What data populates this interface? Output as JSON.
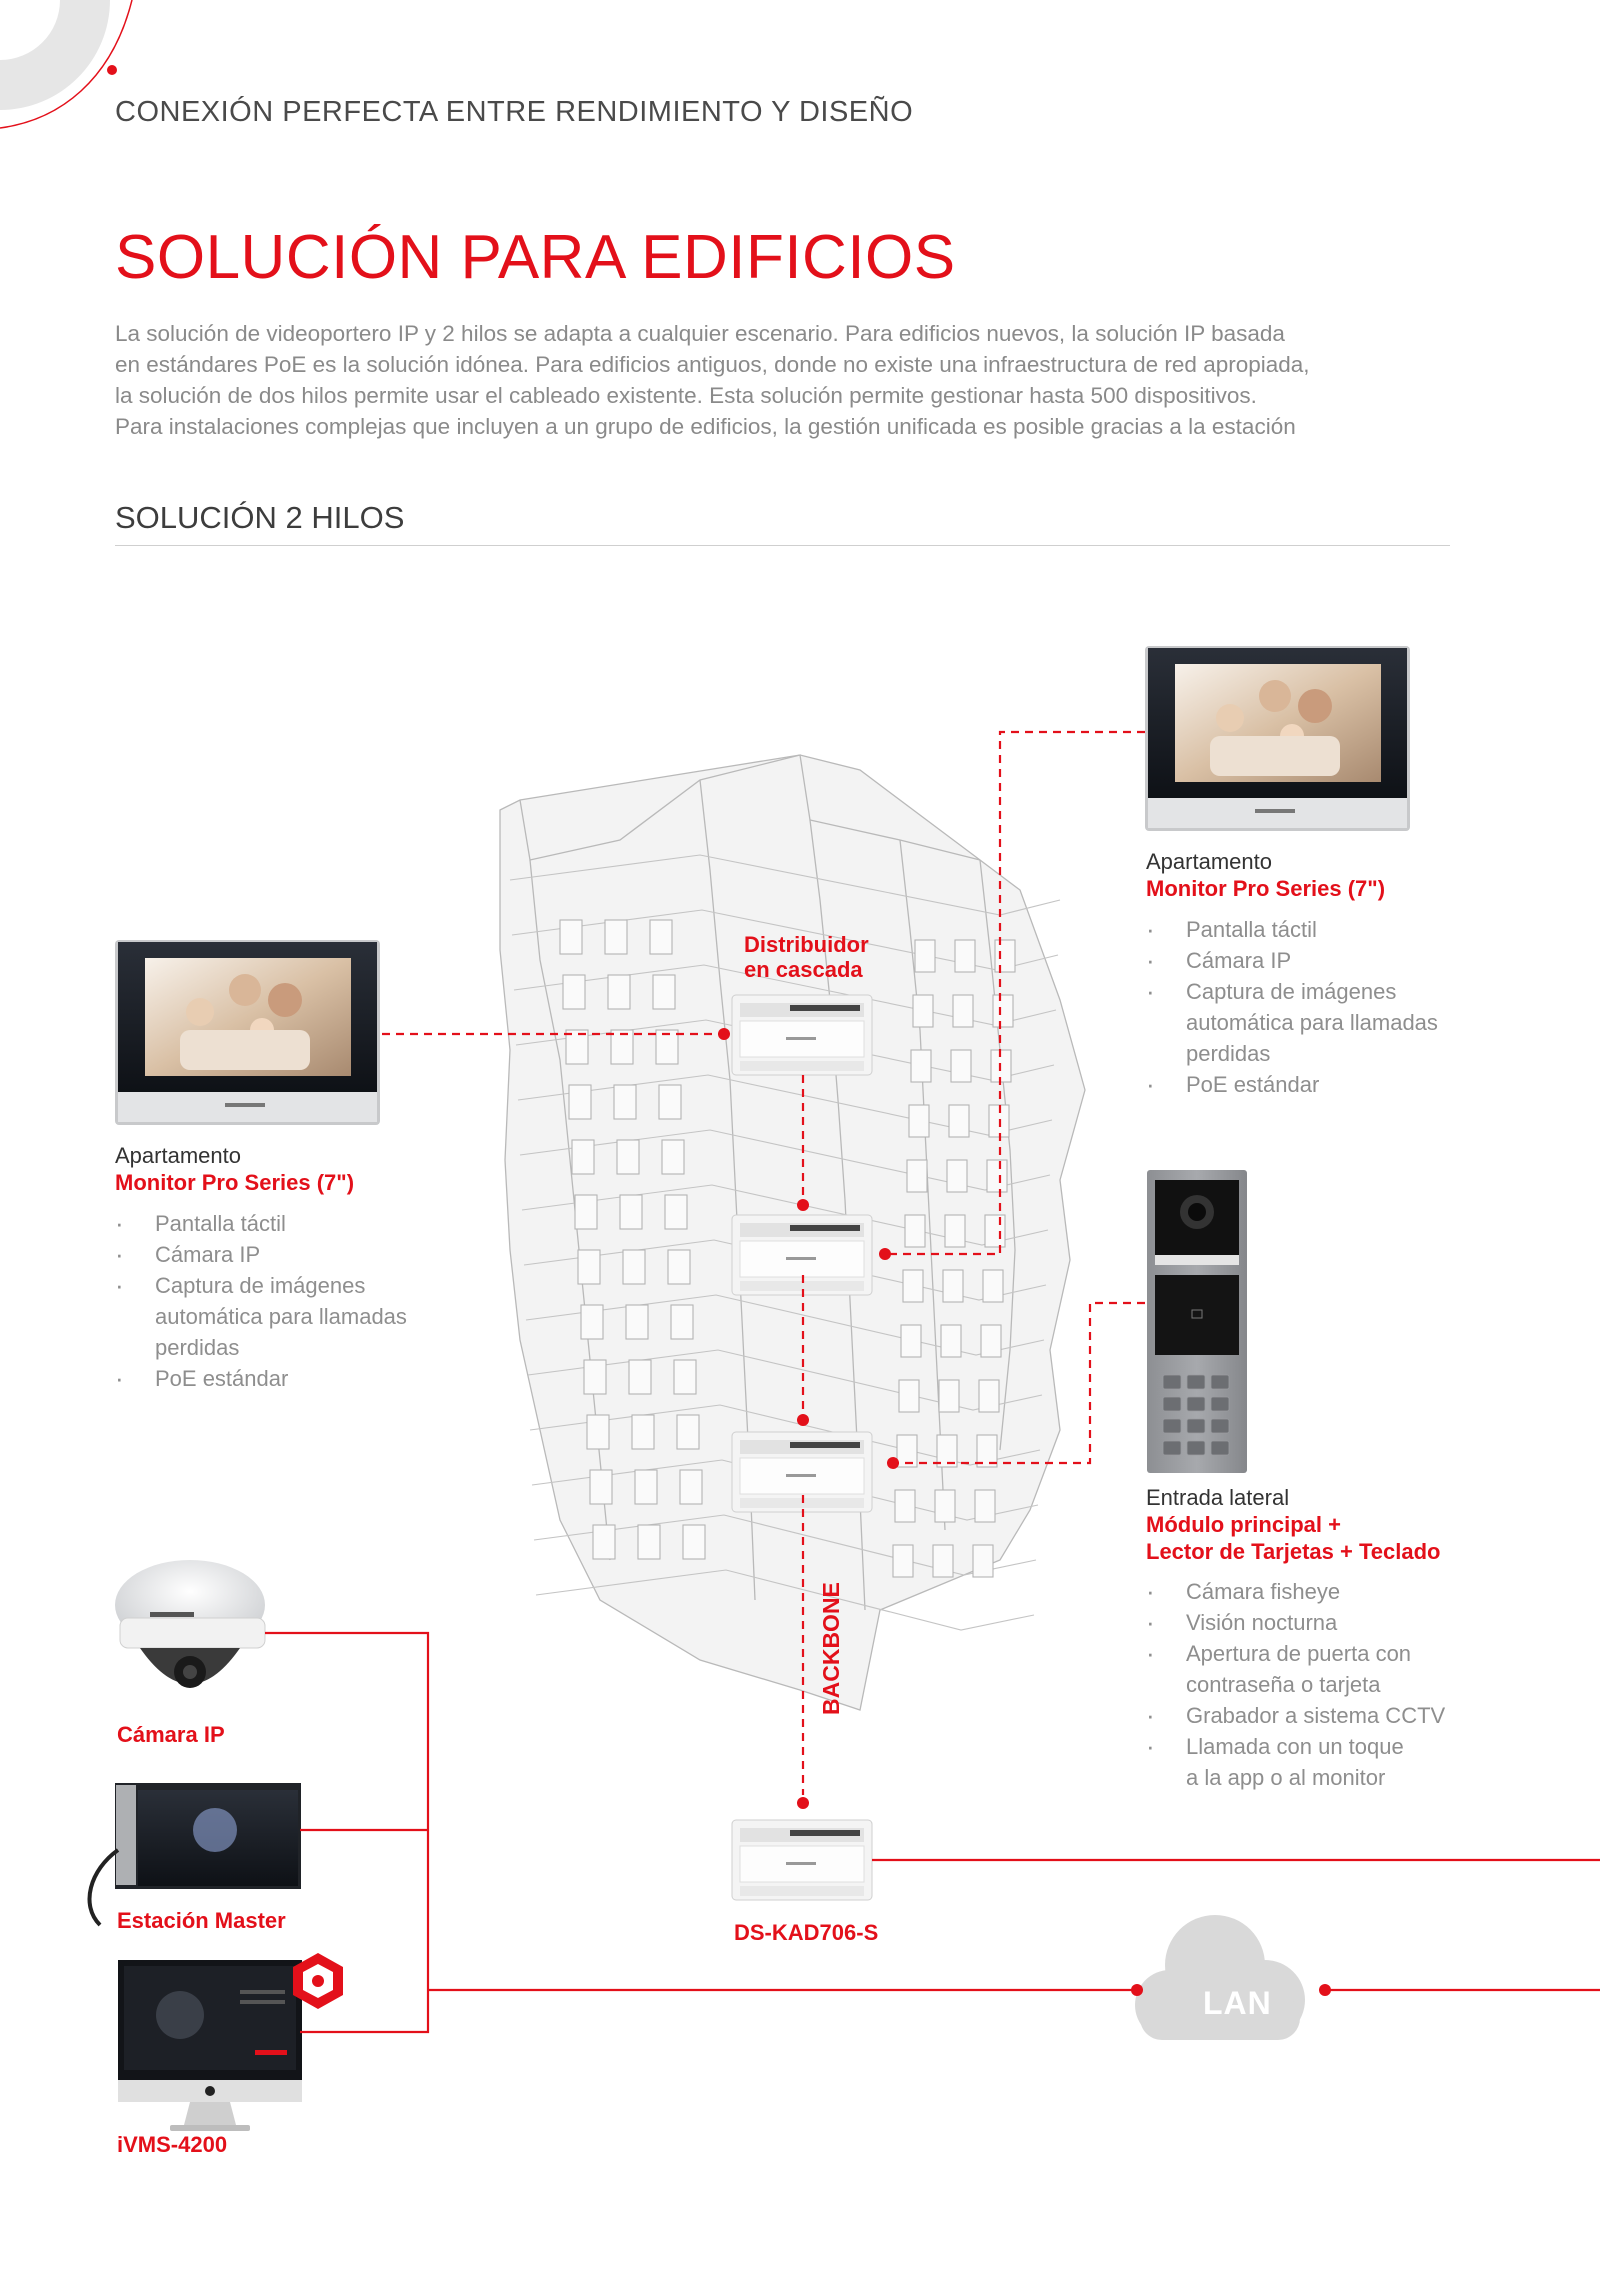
{
  "header": {
    "kicker": "CONEXIÓN PERFECTA ENTRE RENDIMIENTO Y DISEÑO"
  },
  "page_title": "SOLUCIÓN PARA EDIFICIOS",
  "intro_lines": [
    "La solución de videoportero IP y 2 hilos se adapta a cualquier escenario. Para edificios nuevos, la solución IP basada",
    "en estándares PoE es la solución idónea. Para edificios antiguos, donde no existe una infraestructura de red apropiada,",
    "la solución de dos hilos permite usar el cableado existente. Esta solución permite gestionar hasta 500 dispositivos.",
    "Para instalaciones complejas que incluyen a un grupo de edificios, la gestión unificada es posible gracias a la estación"
  ],
  "section_title": "SOLUCIÓN 2 HILOS",
  "diagram": {
    "distributor": {
      "line1": "Distribuidor",
      "line2": "en cascada"
    },
    "backbone": "BACKBONE",
    "main_unit": "DS-KAD706-S",
    "lan": "LAN",
    "monitor_left": {
      "location": "Apartamento",
      "model": "Monitor Pro Series (7\")",
      "features": [
        "Pantalla táctil",
        "Cámara IP",
        "Captura de imágenes",
        "automática para llamadas",
        "perdidas",
        "PoE estándar"
      ]
    },
    "monitor_right": {
      "location": "Apartamento",
      "model": "Monitor Pro Series (7\")",
      "features": [
        "Pantalla táctil",
        "Cámara IP",
        "Captura de imágenes",
        "automática para llamadas",
        "perdidas",
        "PoE estándar"
      ]
    },
    "door_station": {
      "location": "Entrada lateral",
      "model_line1": "Módulo principal +",
      "model_line2": "Lector de Tarjetas + Teclado",
      "features": [
        "Cámara fisheye",
        "Visión nocturna",
        "Apertura de puerta con",
        "contraseña o tarjeta",
        "Grabador a sistema CCTV",
        "Llamada con un toque",
        "a la app o al monitor"
      ]
    },
    "ip_camera": "Cámara IP",
    "master_station": "Estación Master",
    "ivms": "iVMS-4200"
  },
  "colors": {
    "accent": "#e3101a",
    "text": "#333333",
    "muted": "#8e8e8e",
    "cloud": "#d9d9d9"
  }
}
